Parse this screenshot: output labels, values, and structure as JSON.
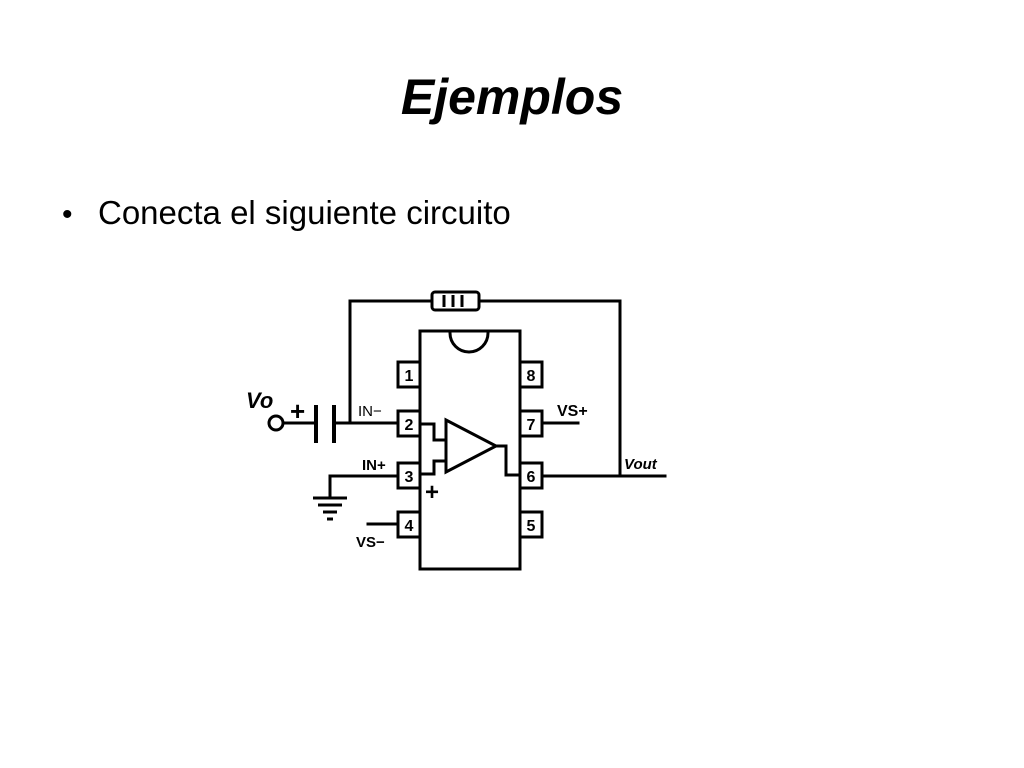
{
  "slide": {
    "title": "Ejemplos",
    "bullets": [
      {
        "marker": "•",
        "text": "Conecta el siguiente circuito"
      }
    ]
  },
  "circuit": {
    "pins": {
      "p1": "1",
      "p2": "2",
      "p3": "3",
      "p4": "4",
      "p5": "5",
      "p6": "6",
      "p7": "7",
      "p8": "8"
    },
    "labels": {
      "vo": "Vo",
      "cap_plus": "+",
      "in_minus": "IN−",
      "in_plus": "IN+",
      "vs_plus": "VS+",
      "vs_minus": "VS−",
      "vout": "Vout",
      "opamp_plus": "+"
    },
    "colors": {
      "stroke": "#000000",
      "background": "#ffffff"
    }
  }
}
